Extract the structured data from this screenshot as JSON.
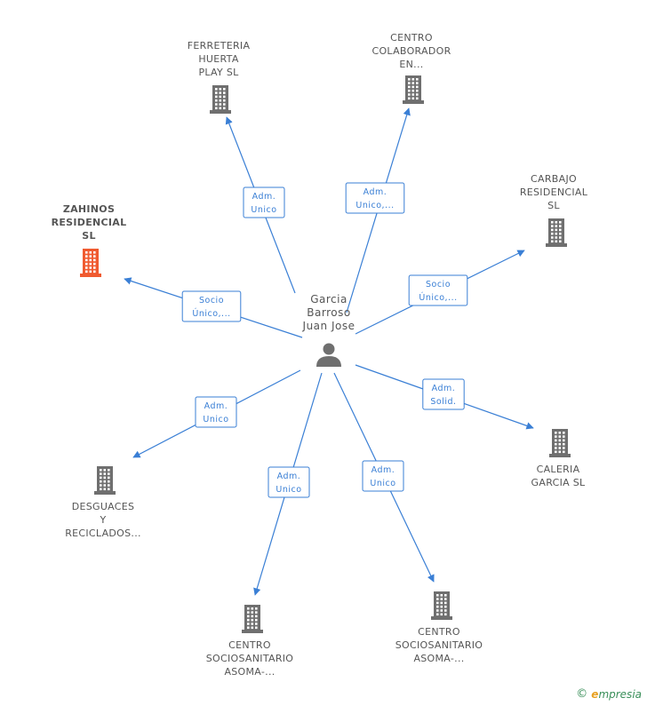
{
  "center": {
    "name_lines": [
      "Garcia",
      "Barroso",
      "Juan Jose"
    ],
    "icon": "person-icon"
  },
  "nodes": [
    {
      "id": "ferreteria",
      "lines": [
        "FERRETERIA",
        "HUERTA",
        "PLAY SL"
      ],
      "color": "#6f6f6f",
      "highlight": false,
      "icon": "building-icon",
      "role_lines": [
        "Adm.",
        "Unico"
      ]
    },
    {
      "id": "centro-colaborador",
      "lines": [
        "CENTRO",
        "COLABORADOR",
        "EN..."
      ],
      "color": "#6f6f6f",
      "highlight": false,
      "icon": "building-icon",
      "role_lines": [
        "Adm.",
        "Unico,..."
      ]
    },
    {
      "id": "carbajo",
      "lines": [
        "CARBAJO",
        "RESIDENCIAL",
        "SL"
      ],
      "color": "#6f6f6f",
      "highlight": false,
      "icon": "building-icon",
      "role_lines": [
        "Socio",
        "Único,..."
      ]
    },
    {
      "id": "zahinos",
      "lines": [
        "ZAHINOS",
        "RESIDENCIAL",
        "SL"
      ],
      "color": "#f05a30",
      "highlight": true,
      "icon": "building-icon",
      "role_lines": [
        "Socio",
        "Único,..."
      ]
    },
    {
      "id": "desguaces",
      "lines": [
        "DESGUACES",
        "Y",
        "RECICLADOS..."
      ],
      "color": "#6f6f6f",
      "highlight": false,
      "icon": "building-icon",
      "role_lines": [
        "Adm.",
        "Unico"
      ]
    },
    {
      "id": "centro-socio-1",
      "lines": [
        "CENTRO",
        "SOCIOSANITARIO",
        "ASOMA-..."
      ],
      "color": "#6f6f6f",
      "highlight": false,
      "icon": "building-icon",
      "role_lines": [
        "Adm.",
        "Unico"
      ]
    },
    {
      "id": "centro-socio-2",
      "lines": [
        "CENTRO",
        "SOCIOSANITARIO",
        "ASOMA-..."
      ],
      "color": "#6f6f6f",
      "highlight": false,
      "icon": "building-icon",
      "role_lines": [
        "Adm.",
        "Unico"
      ]
    },
    {
      "id": "caleria",
      "lines": [
        "CALERIA",
        "GARCIA SL"
      ],
      "color": "#6f6f6f",
      "highlight": false,
      "icon": "building-icon",
      "role_lines": [
        "Adm.",
        "Solid."
      ]
    }
  ],
  "colors": {
    "edge": "#3a7fd5",
    "text": "#555555",
    "highlight": "#f05a30",
    "building": "#6f6f6f"
  },
  "footer": {
    "copyright": "©",
    "brand_initial": "e",
    "brand_rest": "mpresia"
  }
}
